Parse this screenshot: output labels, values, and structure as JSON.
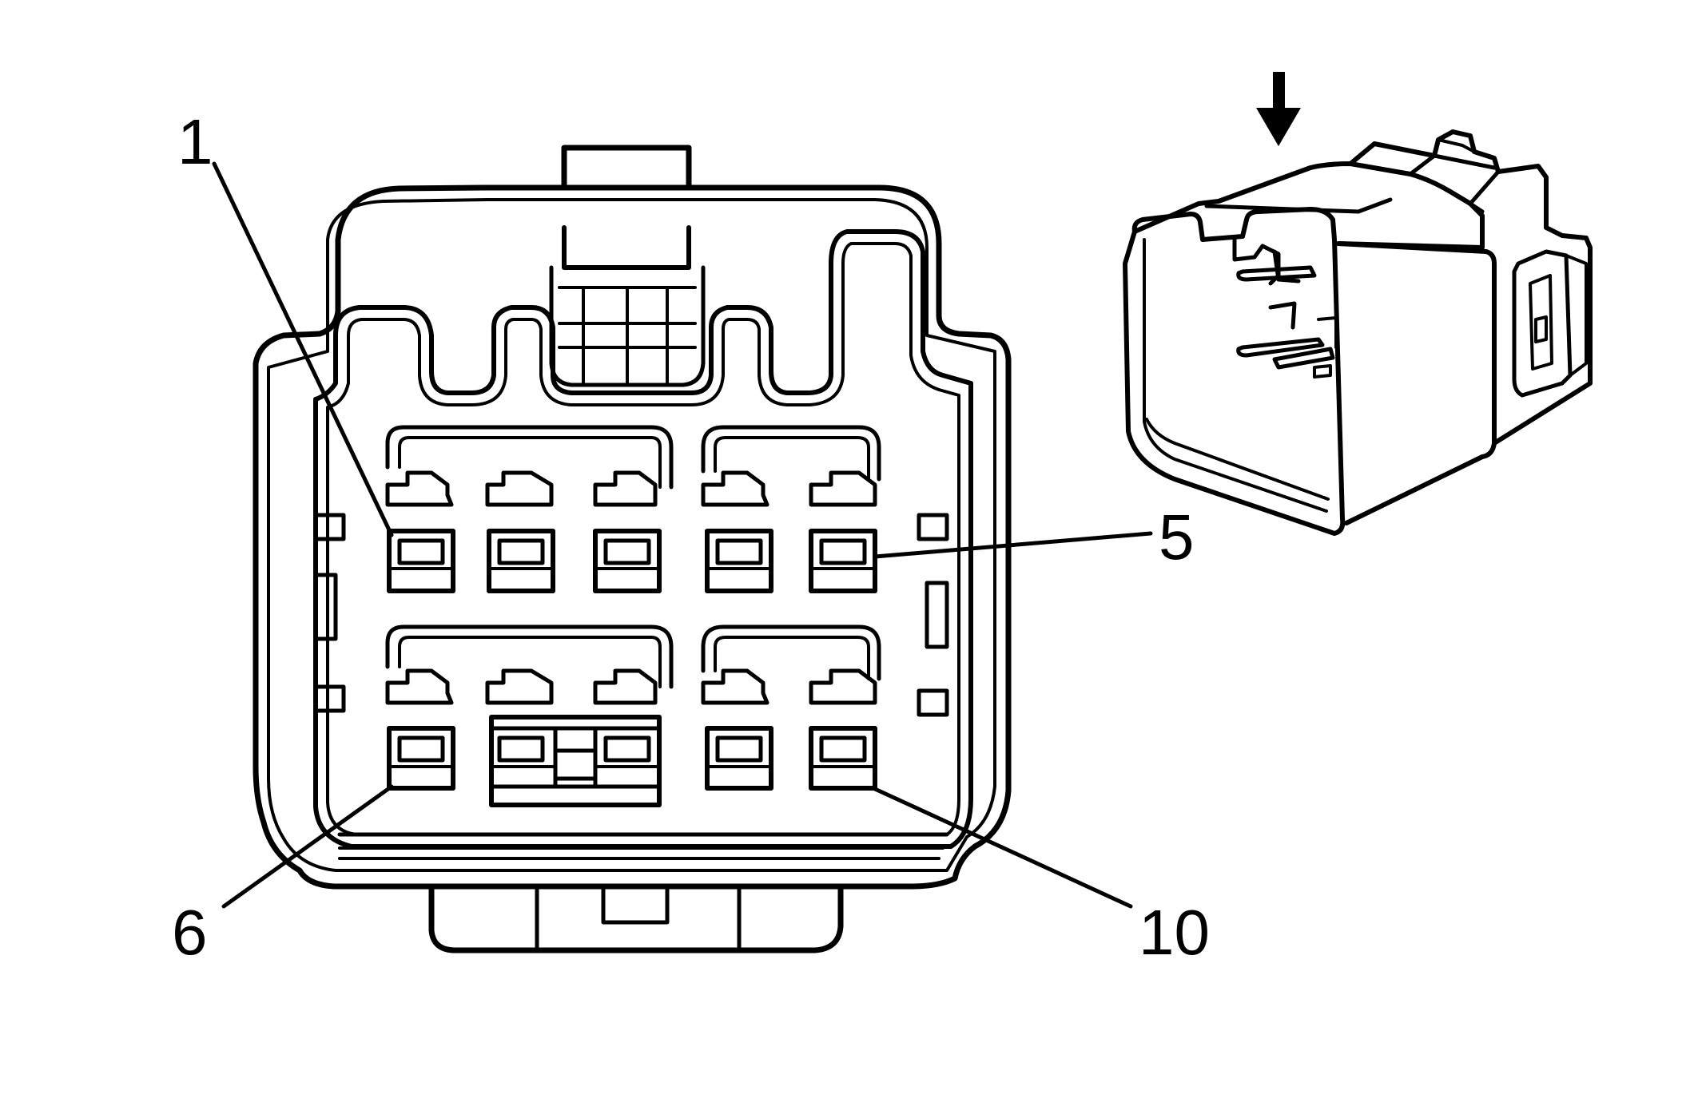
{
  "diagram": {
    "callouts": {
      "pin_1": "1",
      "pin_5": "5",
      "pin_6": "6",
      "pin_10": "10"
    },
    "colors": {
      "ink": "#000000",
      "paper": "#ffffff"
    },
    "icons": [
      "down-arrow-icon"
    ]
  }
}
